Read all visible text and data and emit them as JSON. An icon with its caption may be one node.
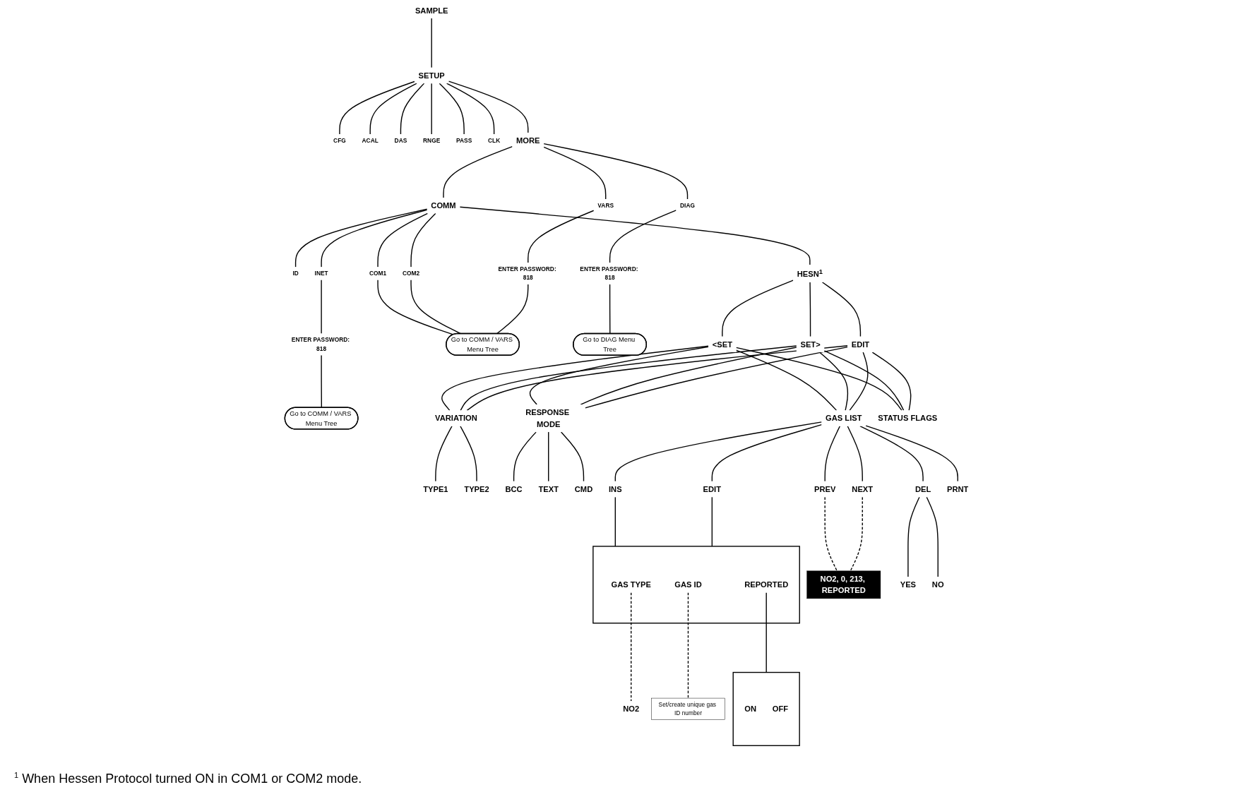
{
  "diagram": {
    "nodes": [
      {
        "text": [
          "SAMPLE"
        ]
      },
      {
        "text": [
          "SETUP"
        ]
      },
      {
        "text": [
          "CFG"
        ]
      },
      {
        "text": [
          "ACAL"
        ]
      },
      {
        "text": [
          "DAS"
        ]
      },
      {
        "text": [
          "RNGE"
        ]
      },
      {
        "text": [
          "PASS"
        ]
      },
      {
        "text": [
          "CLK"
        ]
      },
      {
        "text": [
          "MORE"
        ]
      },
      {
        "text": [
          "COMM"
        ]
      },
      {
        "text": [
          "VARS"
        ]
      },
      {
        "text": [
          "DIAG"
        ]
      },
      {
        "text": [
          "ID"
        ]
      },
      {
        "text": [
          "INET"
        ]
      },
      {
        "text": [
          "HESN$^{1}$"
        ]
      },
      {
        "text": [
          "COM1"
        ]
      },
      {
        "text": [
          "COM2"
        ]
      },
      {
        "text": [
          "ENTER PASSWORD: 818"
        ]
      },
      {
        "text": [
          "ENTER PASSWORD: 818"
        ]
      },
      {
        "text": [
          "ENTER PASSWORD: 818"
        ]
      },
      {
        "text": [
          "Go to COMM / VARS Menu Tree"
        ]
      },
      {
        "text": [
          "Go to COMM / VARS Menu Tree"
        ]
      },
      {
        "text": [
          "Go to DIAG Menu Tree"
        ]
      },
      {
        "text": [
          "<SET"
        ]
      },
      {
        "text": [
          "SET>"
        ]
      },
      {
        "text": [
          "EDIT"
        ]
      },
      {
        "text": [
          "VARIATION"
        ]
      },
      {
        "text": [
          "RESPONSE MODE"
        ]
      },
      {
        "text": [
          "GAS LIST"
        ]
      },
      {
        "text": [
          "STATUS FLAGS"
        ]
      },
      {
        "text": [
          "TYPE1"
        ]
      },
      {
        "text": [
          "TYPE2"
        ]
      },
      {
        "text": [
          "BCC"
        ]
      },
      {
        "text": [
          "TEXT"
        ]
      },
      {
        "text": [
          "CMD"
        ]
      },
      {
        "text": [
          "PREV"
        ]
      },
      {
        "text": [
          "NEXT"
        ]
      },
      {
        "text": [
          "INS"
        ]
      },
      {
        "text": [
          "DEL"
        ]
      },
      {
        "text": [
          "EDIT"
        ]
      },
      {
        "text": [
          "PRNT"
        ]
      },
      {
        "text": [
          "NO2, 0, 213, REPORTED"
        ]
      },
      {
        "text": [
          "YES"
        ]
      },
      {
        "text": [
          "NO"
        ]
      },
      {
        "text": [],
        "shape": "bracket"
      },
      {
        "text": [
          "GAS TYPE"
        ],
        "in": 44
      },
      {
        "text": [
          "GAS ID"
        ],
        "in": 44
      },
      {
        "text": [
          "REPORTED"
        ],
        "in": 44
      },
      {
        "text": [
          "NO2"
        ]
      },
      {
        "text": [
          "Set/create unique gas ID number"
        ]
      },
      {
        "text": [],
        "shape": "bracket"
      },
      {
        "text": [
          "ON"
        ],
        "in": 50
      },
      {
        "text": [
          "OFF"
        ],
        "in": 50
      }
    ],
    "edges": [
      {
        "from": 0,
        "to": 1,
        "arrow": "none"
      },
      {
        "from": 1,
        "to": 2,
        "arrow": "none"
      },
      {
        "from": 1,
        "to": 3,
        "arrow": "none"
      },
      {
        "from": 1,
        "to": 4,
        "arrow": "none"
      },
      {
        "from": 1,
        "to": 5,
        "arrow": "none"
      },
      {
        "from": 1,
        "to": 6,
        "arrow": "none"
      },
      {
        "from": 1,
        "to": 7,
        "arrow": "none"
      },
      {
        "from": 1,
        "to": 8,
        "arrow": "none"
      },
      {
        "from": 8,
        "to": 9,
        "arrow": "none"
      },
      {
        "from": 8,
        "to": 10,
        "arrow": "none"
      },
      {
        "from": 8,
        "to": 11,
        "arrow": "none"
      },
      {
        "from": 9,
        "to": 12,
        "arrow": "none"
      },
      {
        "from": 9,
        "to": 13,
        "arrow": "none"
      },
      {
        "from": 9,
        "to": 14,
        "arrow": "none"
      },
      {
        "from": 9,
        "to": 15,
        "arrow": "none"
      },
      {
        "from": 9,
        "to": 16,
        "arrow": "none"
      },
      {
        "from": 13,
        "to": 17,
        "arrow": "none"
      },
      {
        "from": 17,
        "to": 20,
        "arrow": "none"
      },
      {
        "from": 10,
        "to": 18,
        "arrow": "none"
      },
      {
        "from": 15,
        "to": 21,
        "arrow": "none"
      },
      {
        "from": 16,
        "to": 21,
        "arrow": "none"
      },
      {
        "from": 18,
        "to": 21,
        "arrow": "none"
      },
      {
        "from": 11,
        "to": 19,
        "arrow": "none"
      },
      {
        "from": 19,
        "to": 22,
        "arrow": "none"
      },
      {
        "from": 14,
        "to": 23,
        "arrow": "none"
      },
      {
        "from": 14,
        "to": 24,
        "arrow": "none"
      },
      {
        "from": 14,
        "to": 25,
        "arrow": "none"
      },
      {
        "from": 23,
        "to": 26,
        "arrow": "none"
      },
      {
        "from": 23,
        "to": 27,
        "arrow": "none"
      },
      {
        "from": 23,
        "to": 28,
        "arrow": "none"
      },
      {
        "from": 23,
        "to": 29,
        "arrow": "none"
      },
      {
        "from": 24,
        "to": 26,
        "arrow": "none"
      },
      {
        "from": 24,
        "to": 27,
        "arrow": "none"
      },
      {
        "from": 24,
        "to": 28,
        "arrow": "none"
      },
      {
        "from": 24,
        "to": 29,
        "arrow": "none"
      },
      {
        "from": 25,
        "to": 26,
        "arrow": "none"
      },
      {
        "from": 25,
        "to": 27,
        "arrow": "none"
      },
      {
        "from": 25,
        "to": 28,
        "arrow": "none"
      },
      {
        "from": 25,
        "to": 29,
        "arrow": "none"
      },
      {
        "from": 26,
        "to": 30,
        "arrow": "none"
      },
      {
        "from": 26,
        "to": 31,
        "arrow": "none"
      },
      {
        "from": 27,
        "to": 32,
        "arrow": "none"
      },
      {
        "from": 27,
        "to": 33,
        "arrow": "none"
      },
      {
        "from": 27,
        "to": 34,
        "arrow": "none"
      },
      {
        "from": 28,
        "to": 35,
        "arrow": "none"
      },
      {
        "from": 28,
        "to": 36,
        "arrow": "none"
      },
      {
        "from": 28,
        "to": 37,
        "arrow": "none"
      },
      {
        "from": 28,
        "to": 38,
        "arrow": "none"
      },
      {
        "from": 28,
        "to": 39,
        "arrow": "none"
      },
      {
        "from": 28,
        "to": 40,
        "arrow": "none"
      },
      {
        "from": 35,
        "to": 41,
        "arrow": "none",
        "style": "dashed"
      },
      {
        "from": 36,
        "to": 41,
        "arrow": "none",
        "style": "dashed"
      },
      {
        "from": 38,
        "to": 42,
        "arrow": "none"
      },
      {
        "from": 38,
        "to": 43,
        "arrow": "none"
      },
      {
        "from": 37,
        "to": 44,
        "arrow": "none"
      },
      {
        "from": 39,
        "to": 44,
        "arrow": "none"
      },
      {
        "from": 45,
        "to": 48,
        "arrow": "none",
        "style": "dashed"
      },
      {
        "from": 46,
        "to": 49,
        "arrow": "none",
        "style": "dashed"
      },
      {
        "from": 47,
        "to": 50,
        "arrow": "none"
      }
    ],
    "labels": [
      "$^{1}$ When Hessen Protocol turned ON in COM1 or COM2 mode."
    ]
  }
}
